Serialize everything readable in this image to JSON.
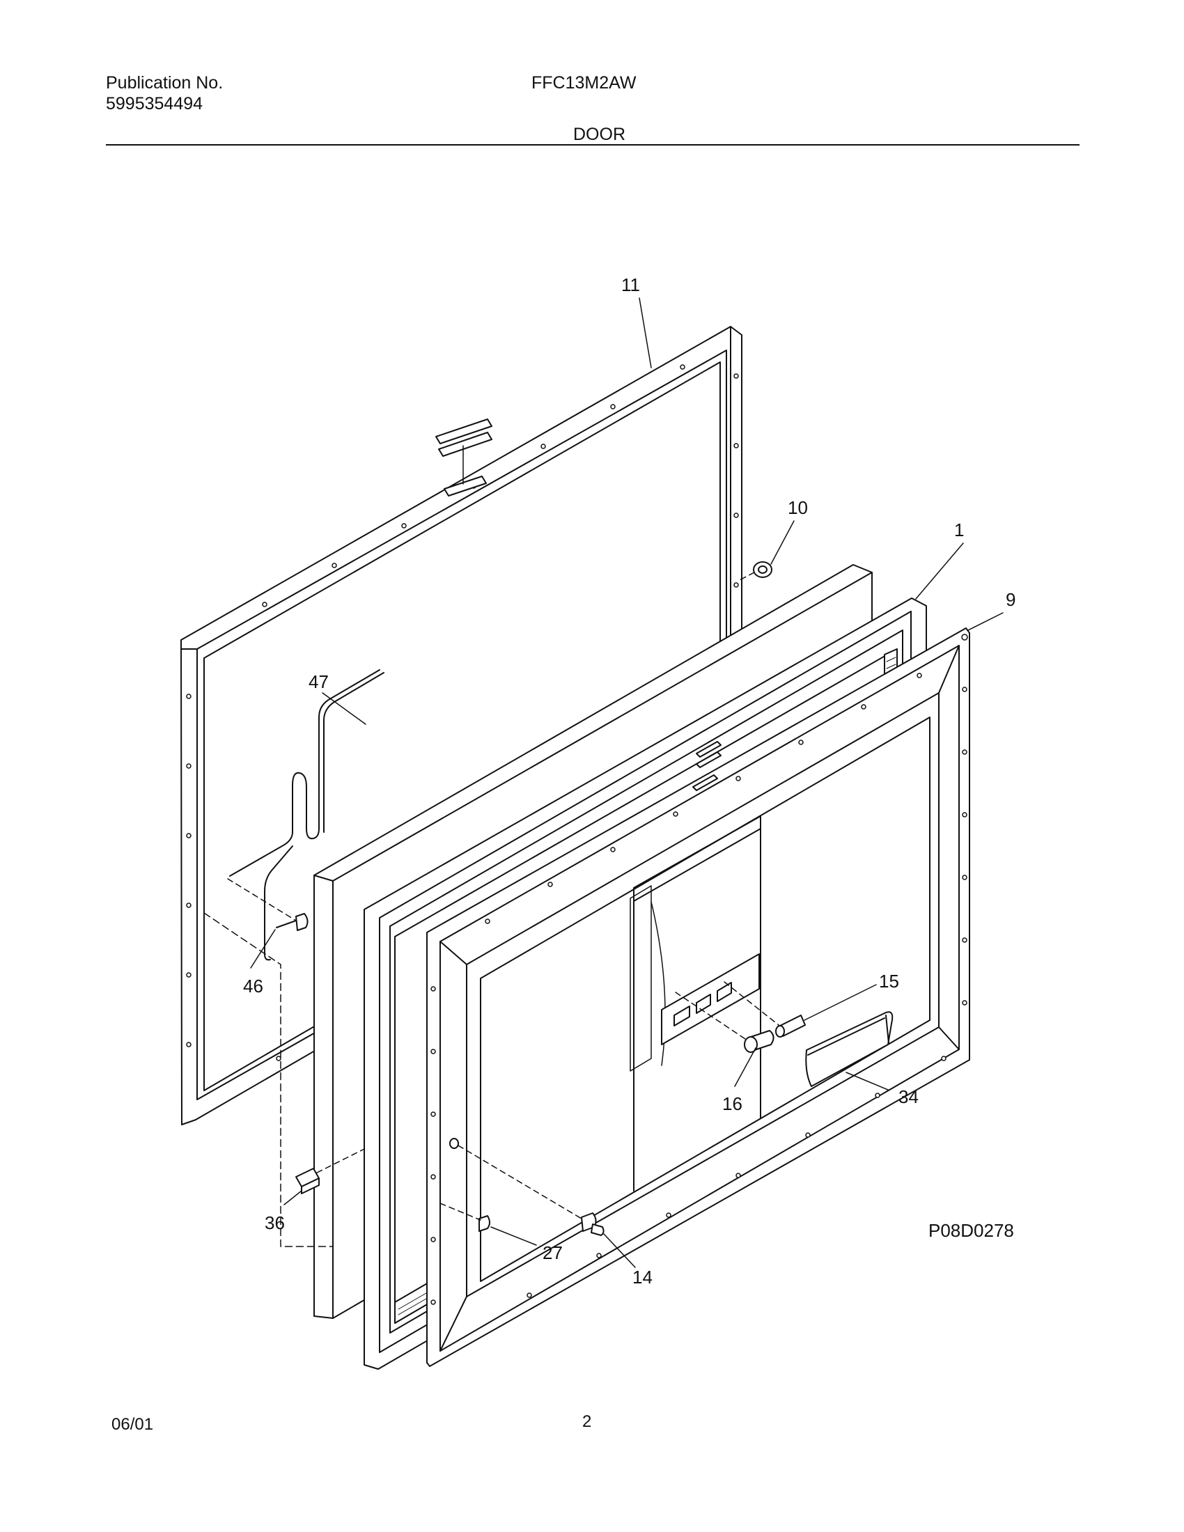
{
  "header": {
    "publication_label": "Publication No.",
    "publication_number": "5995354494",
    "model": "FFC13M2AW",
    "section": "DOOR"
  },
  "diagram": {
    "callouts": {
      "c1": "1",
      "c9": "9",
      "c10": "10",
      "c11": "11",
      "c14": "14",
      "c15": "15",
      "c16": "16",
      "c27": "27",
      "c34": "34",
      "c36": "36",
      "c46": "46",
      "c47": "47"
    },
    "drawing_code": "P08D0278"
  },
  "footer": {
    "date": "06/01",
    "page": "2"
  }
}
